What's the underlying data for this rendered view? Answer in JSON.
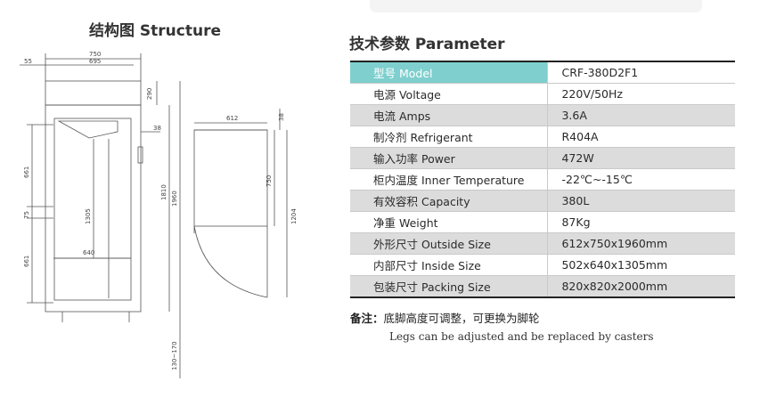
{
  "structure_title": "结构图 Structure",
  "parameter_title": "技术参数 Parameter",
  "dimensions": {
    "d750": "750",
    "d695": "695",
    "d55": "55",
    "d290": "290",
    "d38a": "38",
    "d661a": "661",
    "d75": "75",
    "d661b": "661",
    "d1305": "1305",
    "d640": "640",
    "d1810": "1810",
    "d1960": "1960",
    "d130_170": "130~170",
    "d612": "612",
    "d38b": "38",
    "d750b": "750",
    "d1204": "1204"
  },
  "table": {
    "rows": [
      {
        "label": "型号 Model",
        "value": "CRF-380D2F1"
      },
      {
        "label": "电源 Voltage",
        "value": "220V/50Hz"
      },
      {
        "label": "电流 Amps",
        "value": "3.6A"
      },
      {
        "label": "制冷剂 Refrigerant",
        "value": "R404A"
      },
      {
        "label": "输入功率 Power",
        "value": "472W"
      },
      {
        "label": "柜内温度 Inner Temperature",
        "value": "-22℃~-15℃"
      },
      {
        "label": "有效容积 Capacity",
        "value": "380L"
      },
      {
        "label": "净重 Weight",
        "value": "87Kg"
      },
      {
        "label": "外形尺寸 Outside Size",
        "value": "612x750x1960mm"
      },
      {
        "label": "内部尺寸 Inside Size",
        "value": "502x640x1305mm"
      },
      {
        "label": "包装尺寸 Packing Size",
        "value": "820x820x2000mm"
      }
    ]
  },
  "note": {
    "label": "备注：",
    "cn": "底脚高度可调整，可更换为脚轮",
    "en": "Legs can be adjusted and be replaced by casters"
  }
}
